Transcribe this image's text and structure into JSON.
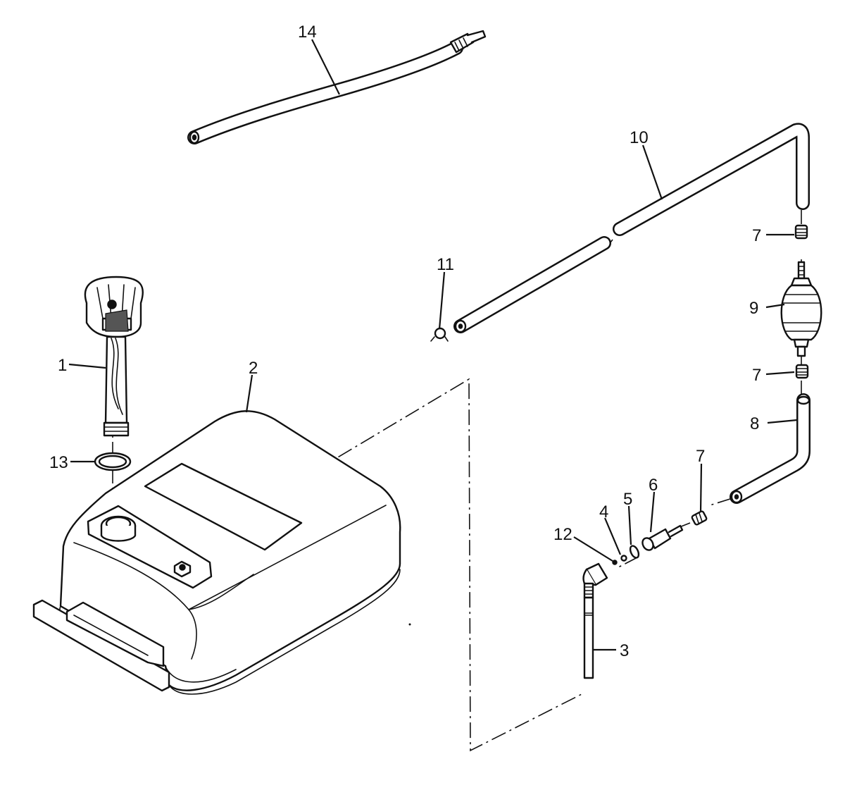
{
  "colors": {
    "ink": "#111111",
    "paper": "#ffffff"
  },
  "callouts": {
    "c1": "1",
    "c2": "2",
    "c3": "3",
    "c4": "4",
    "c5": "5",
    "c6": "6",
    "c7a": "7",
    "c7b": "7",
    "c7c": "7",
    "c8": "8",
    "c9": "9",
    "c10": "10",
    "c11": "11",
    "c12": "12",
    "c13": "13",
    "c14": "14"
  }
}
